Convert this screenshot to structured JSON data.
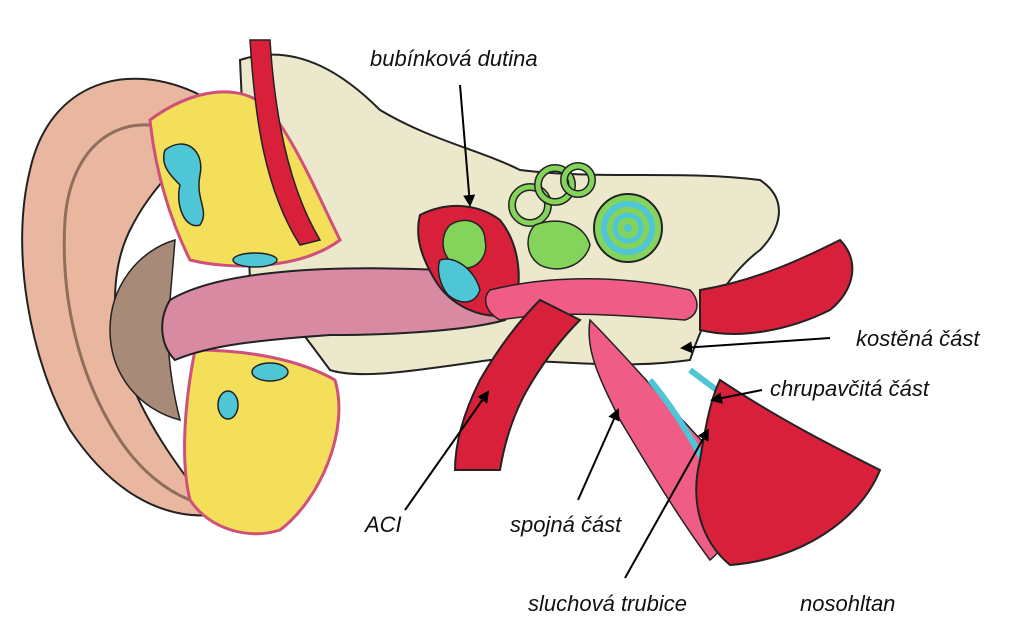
{
  "labels": {
    "tympanic_cavity": "bubínková dutina",
    "bony_part": "kostěná část",
    "cartilaginous_part": "chrupavčitá část",
    "aci": "ACI",
    "junction": "spojná část",
    "eustachian_tube": "sluchová trubice",
    "nasopharynx": "nosohltan"
  },
  "colors": {
    "skin": "#e9b7a0",
    "skin_shadow": "#a88a78",
    "canal": "#d98aa3",
    "bone": "#f3df5a",
    "fluid": "#4fc6d6",
    "artery": "#d8203a",
    "inner_ear": "#84d45c",
    "petrous": "#ece8cc",
    "tube": "#ef5d86"
  }
}
